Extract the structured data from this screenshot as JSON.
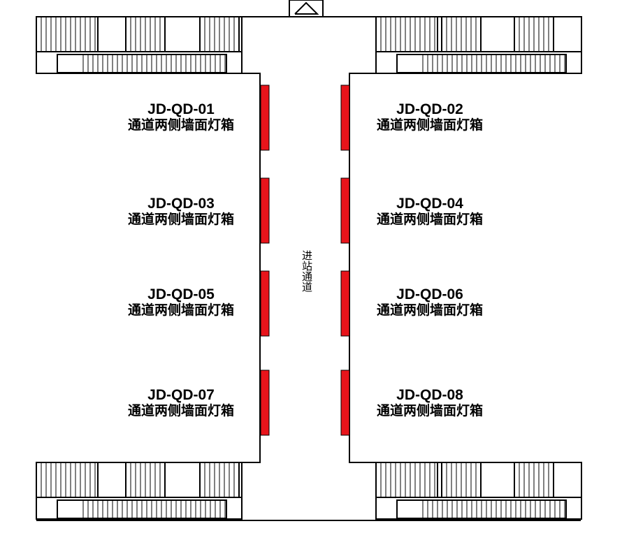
{
  "passage_label": "进站通道",
  "lightboxes": [
    {
      "code": "JD-QD-01",
      "desc": "通道两侧墙面灯箱"
    },
    {
      "code": "JD-QD-02",
      "desc": "通道两侧墙面灯箱"
    },
    {
      "code": "JD-QD-03",
      "desc": "通道两侧墙面灯箱"
    },
    {
      "code": "JD-QD-04",
      "desc": "通道两侧墙面灯箱"
    },
    {
      "code": "JD-QD-05",
      "desc": "通道两侧墙面灯箱"
    },
    {
      "code": "JD-QD-06",
      "desc": "通道两侧墙面灯箱"
    },
    {
      "code": "JD-QD-07",
      "desc": "通道两侧墙面灯箱"
    },
    {
      "code": "JD-QD-08",
      "desc": "通道两侧墙面灯箱"
    }
  ],
  "colors": {
    "lightbox": "#e8141b",
    "wall": "#000000",
    "background": "#ffffff"
  }
}
